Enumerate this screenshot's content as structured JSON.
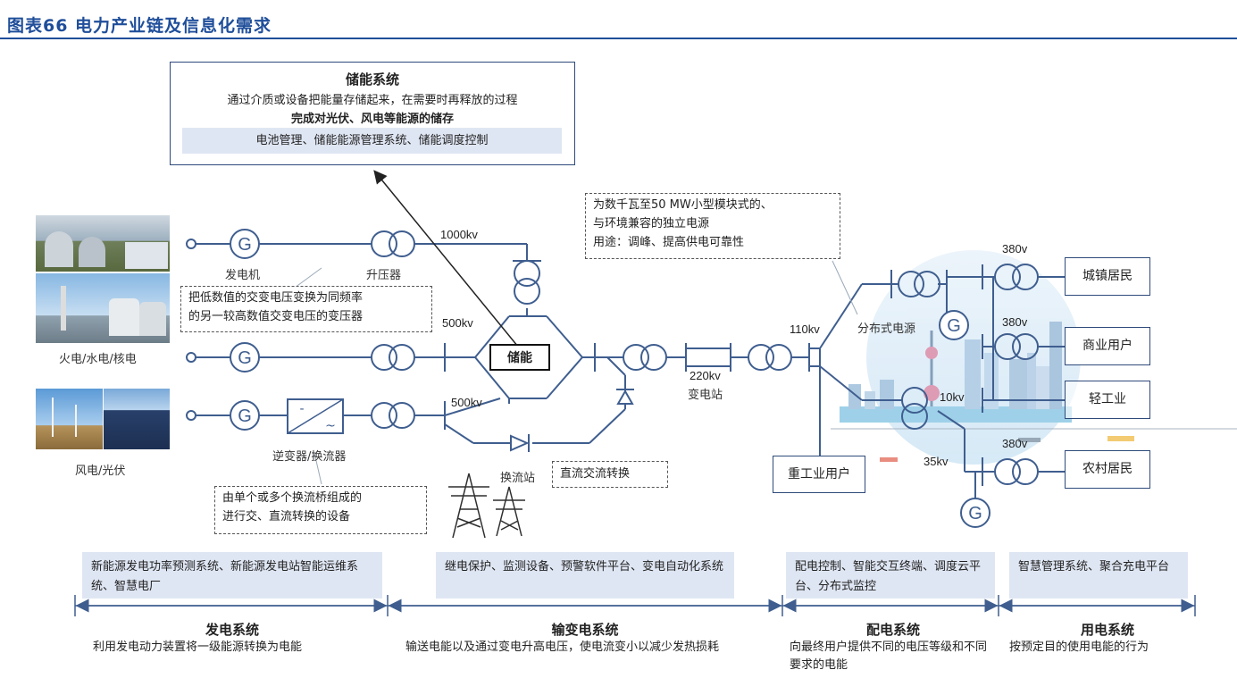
{
  "figure_title": "图表66  电力产业链及信息化需求",
  "storage": {
    "title": "储能系统",
    "line1": "通过介质或设备把能量存储起来，在需要时再释放的过程",
    "line2": "完成对光伏、风电等能源的储存",
    "band": "电池管理、储能能源管理系统、储能调度控制"
  },
  "sources": {
    "hydro_nuclear_label": "火电/水电/核电",
    "wind_solar_label": "风电/光伏"
  },
  "generation": {
    "generator_label": "发电机",
    "transformer_label": "升压器",
    "transformer_note": [
      "把低数值的交变电压变换为同频率",
      "的另一较高数值交变电压的变压器"
    ],
    "inverter_label": "逆变器/换流器",
    "inverter_note": [
      "由单个或多个换流桥组成的",
      "进行交、直流转换的设备"
    ]
  },
  "voltages": {
    "v1000": "1000kv",
    "v500a": "500kv",
    "v500b": "500kv",
    "v220": "220kv",
    "v110": "110kv",
    "v380a": "380v",
    "v380b": "380v",
    "v380c": "380v",
    "v10": "10kv",
    "v35": "35kv"
  },
  "transmission": {
    "storage_node": "储能",
    "substation_label": "变电站",
    "converter_station": "换流站",
    "dc_ac": "直流交流转换",
    "small_module_note": [
      "为数千瓦至50 MW小型模块式的、",
      "与环境兼容的独立电源",
      "用途：调峰、提高供电可靠性"
    ]
  },
  "distribution": {
    "distributed_source": "分布式电源",
    "heavy_industry": "重工业用户",
    "urban_residents": "城镇居民",
    "commercial_users": "商业用户",
    "light_industry": "轻工业",
    "rural_residents": "农村居民"
  },
  "bands": {
    "gen": "新能源发电功率预测系统、新能源发电站智能运维系统、智慧电厂",
    "trans": "继电保护、监测设备、预警软件平台、变电自动化系统",
    "dist": "配电控制、智能交互终端、调度云平台、分布式监控",
    "use": "智慧管理系统、聚合充电平台"
  },
  "systems": [
    {
      "name": "发电系统",
      "desc": "利用发电动力装置将一级能源转换为电能"
    },
    {
      "name": "输变电系统",
      "desc": "输送电能以及通过变电升高电压，使电流变小以减少发热损耗"
    },
    {
      "name": "配电系统",
      "desc": "向最终用户提供不同的电压等级和不同要求的电能"
    },
    {
      "name": "用电系统",
      "desc": "按预定目的使用电能的行为"
    }
  ],
  "icons": {
    "generator_symbol": "G",
    "inverter_dc": "-",
    "inverter_ac": "~"
  },
  "colors": {
    "title_blue": "#1f4e9a",
    "line_blue": "#3f5e8f",
    "band_fill": "#dfe6f3"
  }
}
